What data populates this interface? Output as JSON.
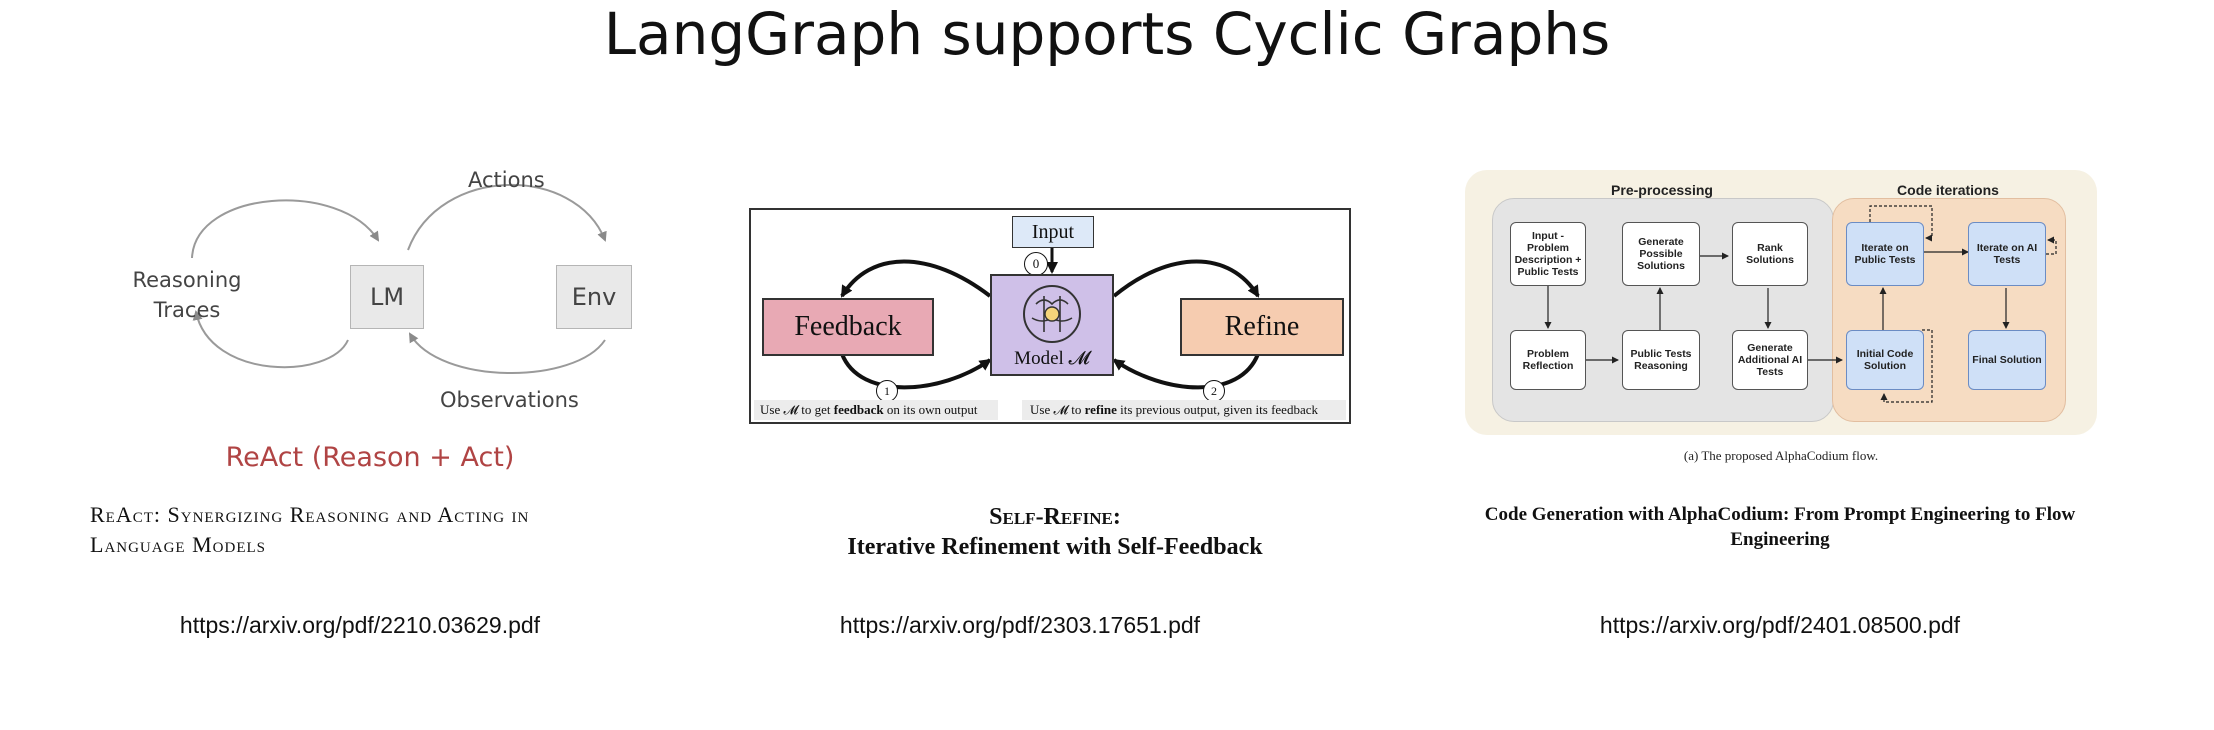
{
  "title": "LangGraph supports Cyclic Graphs",
  "react": {
    "actions": "Actions",
    "reasoning_line1": "Reasoning",
    "reasoning_line2": "Traces",
    "lm": "LM",
    "env": "Env",
    "observations": "Observations",
    "caption": "ReAct (Reason + Act)",
    "paper_title_line1": "ReAct: Synergizing Reasoning and Acting in",
    "paper_title_line2": "Language Models",
    "url": "https://arxiv.org/pdf/2210.03629.pdf"
  },
  "self_refine": {
    "input": "Input",
    "feedback": "Feedback",
    "refine": "Refine",
    "model": "Model 𝓜",
    "step0": "0",
    "step1": "1",
    "step2": "2",
    "caption_left_pre": "Use 𝓜 to get ",
    "caption_left_bold": "feedback",
    "caption_left_post": " on its own output",
    "caption_right_pre": "Use 𝓜 to ",
    "caption_right_bold": "refine",
    "caption_right_post": " its previous output, given its feedback",
    "paper_title_line1": "Self-Refine:",
    "paper_title_line2": "Iterative Refinement with Self-Feedback",
    "url": "https://arxiv.org/pdf/2303.17651.pdf"
  },
  "alphacodium": {
    "section_pre": "Pre-processing",
    "section_code": "Code iterations",
    "nodes": {
      "input": "Input - Problem Description + Public Tests",
      "reflection": "Problem Reflection",
      "generate_solutions": "Generate Possible Solutions",
      "public_reasoning": "Public Tests Reasoning",
      "rank": "Rank Solutions",
      "generate_ai_tests": "Generate Additional AI Tests",
      "iterate_public": "Iterate on Public Tests",
      "iterate_ai": "Iterate on AI Tests",
      "initial_code": "Initial Code Solution",
      "final": "Final Solution"
    },
    "figure_caption": "(a) The proposed AlphaCodium flow.",
    "paper_title_line1": "Code Generation with AlphaCodium: From Prompt Engineering to Flow",
    "paper_title_line2": "Engineering",
    "url": "https://arxiv.org/pdf/2401.08500.pdf"
  },
  "colors": {
    "react_caption": "#b04444",
    "feedback_fill": "#e8a9b4",
    "refine_fill": "#f6ccb0",
    "model_fill": "#cfc0e8",
    "input_fill": "#dde9f8",
    "ac_pre_bg": "#e4e4e4",
    "ac_code_bg": "#f6dcc2",
    "ac_blue": "#cfe0f7"
  }
}
